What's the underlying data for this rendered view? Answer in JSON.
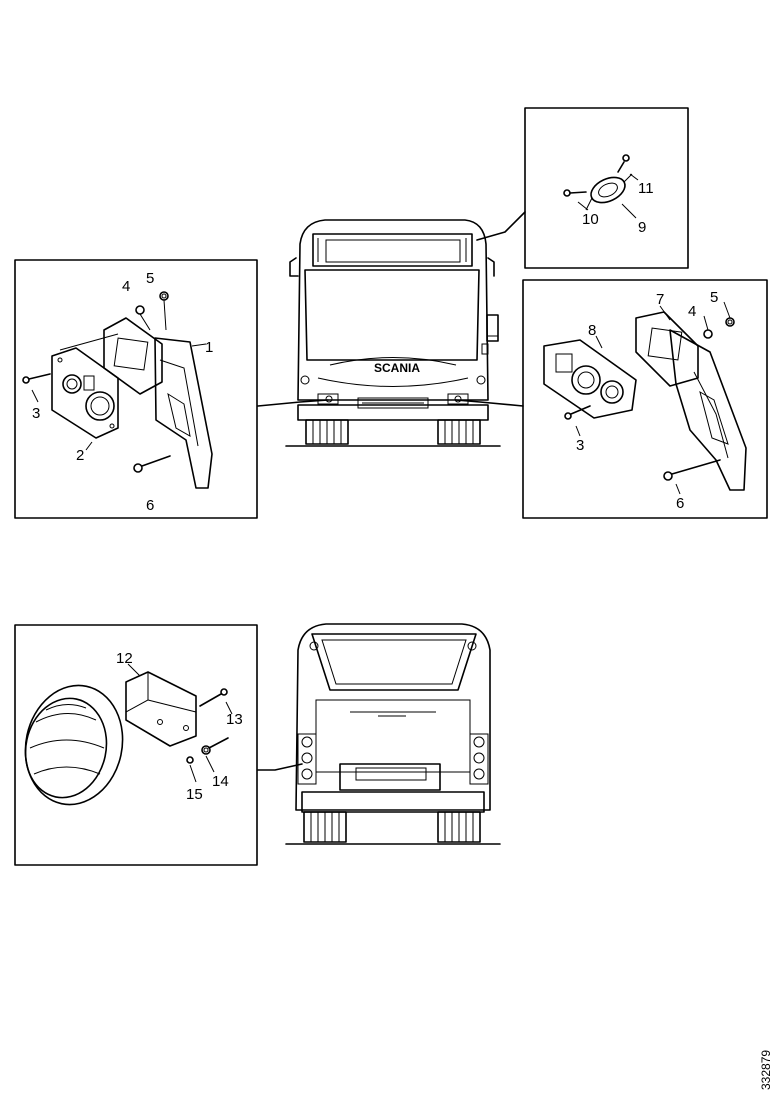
{
  "callouts": {
    "left_front": {
      "c1": "1",
      "c2": "2",
      "c3": "3",
      "c4": "4",
      "c5": "5",
      "c6": "6"
    },
    "top_right": {
      "c9": "9",
      "c10": "10",
      "c11": "11"
    },
    "right_front": {
      "c3": "3",
      "c4": "4",
      "c5": "5",
      "c6": "6",
      "c7": "7",
      "c8": "8"
    },
    "bottom_left": {
      "c12": "12",
      "c13": "13",
      "c14": "14",
      "c15": "15"
    }
  },
  "front_badge": "SCANIA",
  "document_number": "332879"
}
